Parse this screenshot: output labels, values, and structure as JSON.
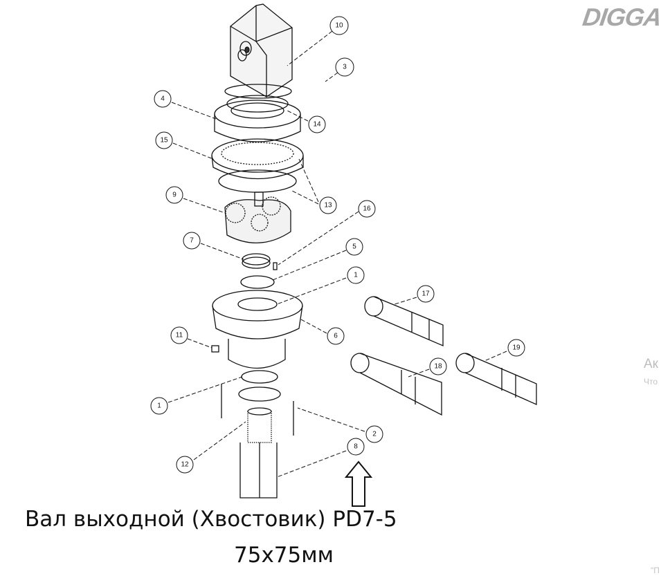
{
  "logo": "DIGGA",
  "caption": {
    "line1": "Вал выходной (Хвостовик) PD7-5",
    "line2": "75x75мм"
  },
  "callouts": [
    "10",
    "3",
    "4",
    "14",
    "15",
    "13",
    "9",
    "16",
    "7",
    "5",
    "1",
    "6",
    "11",
    "17",
    "19",
    "18",
    "1",
    "2",
    "8",
    "12"
  ],
  "watermark": {
    "line1": "Ак",
    "line2": "Что",
    "line3": "\"П"
  }
}
